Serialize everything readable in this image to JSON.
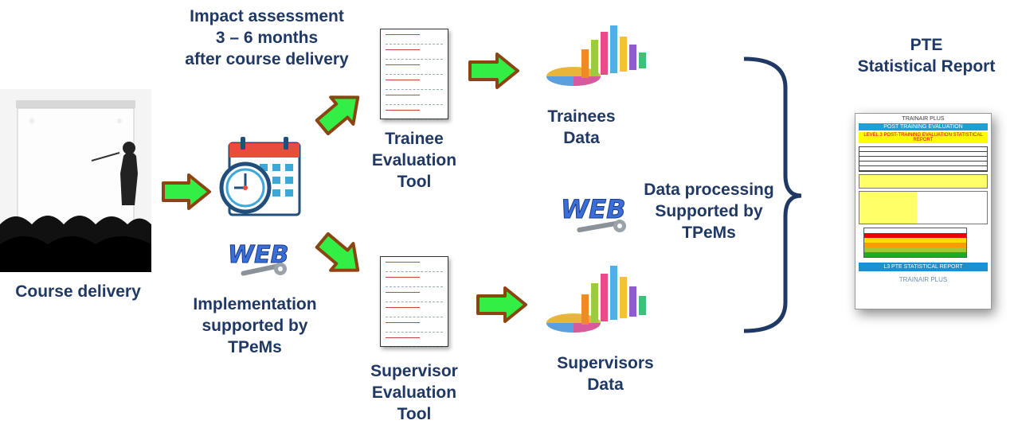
{
  "labels": {
    "impact": [
      "Impact assessment",
      "3 – 6 months",
      "after course delivery"
    ],
    "trainee_tool": [
      "Trainee",
      "Evaluation",
      "Tool"
    ],
    "supervisor_tool": [
      "Supervisor",
      "Evaluation",
      "Tool"
    ],
    "trainees_data": [
      "Trainees",
      "Data"
    ],
    "supervisors_data": [
      "Supervisors",
      "Data"
    ],
    "data_processing": [
      "Data processing",
      "Supported by",
      "TPeMs"
    ],
    "pte_report": [
      "PTE",
      "Statistical Report"
    ],
    "course_delivery": "Course delivery",
    "implementation": [
      "Implementation",
      "supported by",
      "TPeMs"
    ]
  },
  "icons": {
    "web_text": "WEB"
  },
  "report": {
    "header": "TRAINAIR PLUS",
    "band1": "POST TRAINING EVALUATION",
    "band2": "LEVEL 3 POST-TRAINING EVALUATION STATISTICAL REPORT",
    "footer": "L3 PTE STATISTICAL REPORT",
    "logo": "TRAINAIR PLUS"
  },
  "colors": {
    "label_text": "#1f3864",
    "arrow_fill": "#33ee44",
    "arrow_stroke": "#8b4513",
    "bracket": "#1f3864"
  }
}
